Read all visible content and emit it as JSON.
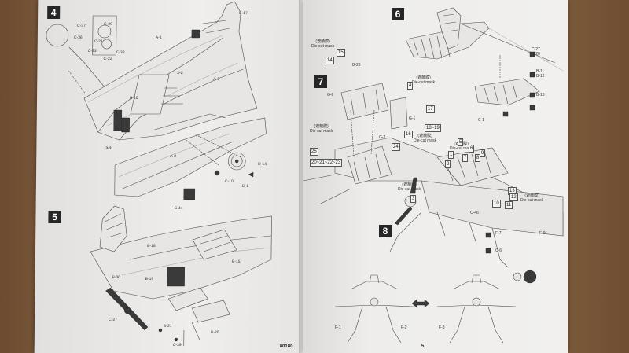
{
  "left_page": {
    "steps": {
      "s4": "4",
      "s5": "5"
    },
    "labels": {
      "b17": "B-17",
      "c37": "C-37",
      "c36": "C-36",
      "c29": "C-29",
      "c21": "C-21",
      "c23": "C-23",
      "c22": "C-22",
      "c32": "C-32",
      "a1": "A-1",
      "a2": "A-2",
      "c35": "2-3",
      "b10": "B-10",
      "a2b": "A-2",
      "d14": "D-14",
      "c10": "C-10",
      "d1": "D-1",
      "c44": "C-44",
      "b18": "B-18",
      "b15": "B-15",
      "b19": "B-19",
      "b21": "B-21",
      "b20": "B-20",
      "b30": "B-30",
      "c27": "C-27",
      "c39": "C-39",
      "b14": "3-3"
    },
    "footer": "80180"
  },
  "right_page": {
    "steps": {
      "s6": "6",
      "s7": "7",
      "s8": "8"
    },
    "diecut": {
      "d1": "(遮蔽膜)",
      "d1b": "Die-cut mask",
      "d2": "(遮蔽膜)",
      "d2b": "Die-cut mask",
      "d3": "(遮蔽膜)",
      "d3b": "Die-cut mask",
      "d4": "(遮蔽膜)",
      "d4b": "Die-cut mask",
      "d5": "(遮蔽膜)",
      "d5b": "Die-cut mask",
      "d6": "(遮蔽膜)",
      "d6b": "Die-cut mask",
      "d7": "(遮蔽膜)",
      "d7b": "Die-cut mask"
    },
    "boxes": {
      "b15": "15",
      "b14": "14",
      "b4": "4",
      "b17": "17",
      "b1819": "18~19",
      "b16": "16",
      "b24": "24",
      "b25": "25",
      "b2023": "20~21~22~23",
      "b13": "13",
      "b12": "12",
      "b11": "11",
      "b10": "10",
      "b3": "3",
      "b2": "2",
      "b1": "1",
      "b5": "5",
      "b6": "6",
      "b7": "7",
      "b8": "8",
      "b9": "9"
    },
    "labels": {
      "c27": "C-27",
      "c26": "C-26",
      "b11": "B-11",
      "b12": "B-12",
      "b13": "B-13",
      "c1": "C-1",
      "b29": "B-29",
      "g6": "G-6",
      "g2": "G-2",
      "g1": "G-1",
      "f7": "F-7",
      "f9": "F-9",
      "c6": "C-6",
      "f1": "F-1",
      "f2": "F-2",
      "f3": "F-3",
      "c46": "C-46"
    },
    "footer": "5"
  }
}
